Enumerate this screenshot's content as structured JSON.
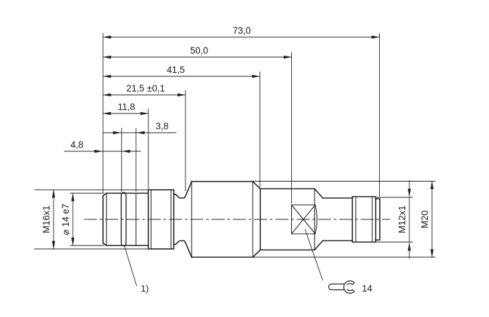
{
  "drawing": {
    "kind": "technical-dimension-drawing",
    "colors": {
      "line": "#1f1f1f",
      "text": "#1a1a1a",
      "background": "#ffffff"
    },
    "dims": {
      "d73": "73,0",
      "d50": "50,0",
      "d41_5": "41,5",
      "d21_5": "21,5 ±0,1",
      "d11_8": "11,8",
      "d3_8": "3,8",
      "d4_8": "4,8",
      "m16": "M16x1",
      "dia14": "⌀ 14 e7",
      "m12": "M12x1",
      "m20": "M20"
    },
    "notes": {
      "seal_ref": "1)",
      "wrench_size": "14",
      "wrench_icon": "open-end-wrench"
    }
  }
}
